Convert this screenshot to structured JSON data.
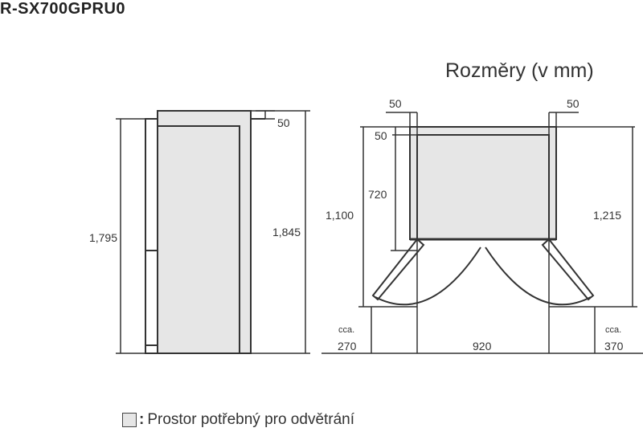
{
  "model": "R-SX700GPRU0",
  "dimensions_title": "Rozměry (v mm)",
  "side_view": {
    "height_body": "1,795",
    "height_total": "1,845",
    "top_clearance": "50"
  },
  "top_view": {
    "side_clearance_left": "50",
    "side_clearance_right": "50",
    "rear_clearance": "50",
    "body_depth": "720",
    "depth_total_left": "1,100",
    "depth_total_right": "1,215",
    "approx_label": "cca.",
    "bottom_left": "270",
    "bottom_center": "920",
    "bottom_right": "370"
  },
  "legend": {
    "text": "Prostor potřebný pro odvětrání"
  },
  "colors": {
    "ventilation_fill": "#e6e6e6",
    "line": "#333333"
  }
}
